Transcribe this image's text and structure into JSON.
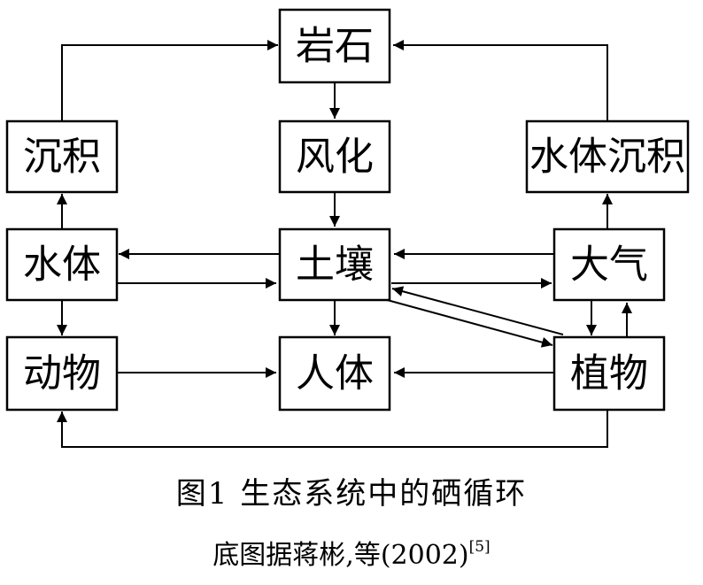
{
  "nodes": {
    "rock": "岩石",
    "sediment": "沉积",
    "weathering": "风化",
    "water_sediment": "水体沉积",
    "water": "水体",
    "soil": "土壤",
    "atmosphere": "大气",
    "animal": "动物",
    "human": "人体",
    "plant": "植物"
  },
  "caption": {
    "title": "图1  生态系统中的硒循环",
    "source": "底图据蒋彬,等(2002)",
    "source_ref": "[5]"
  }
}
